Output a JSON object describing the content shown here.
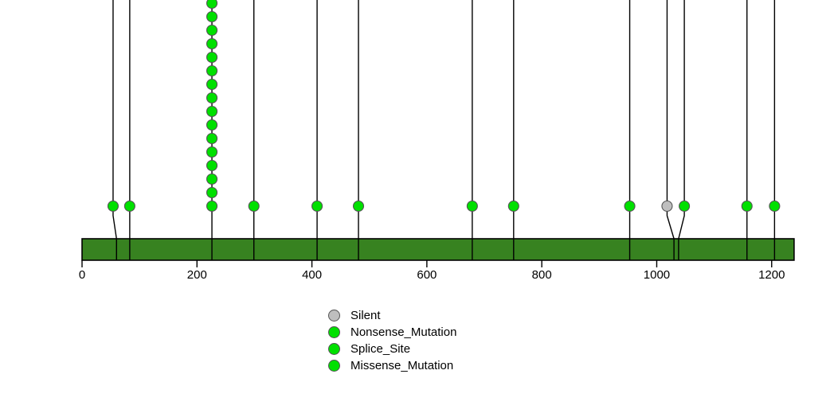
{
  "chart_data": {
    "type": "scatter",
    "title": "",
    "xlabel": "",
    "ylabel": "",
    "xlim": [
      0,
      1250
    ],
    "grid": false,
    "legend_position": "bottom-center",
    "protein_domain": {
      "name": "protein-backbone",
      "start": 0,
      "end": 1239,
      "color": "#378220",
      "border_color": "#000000"
    },
    "axis": {
      "ticks": [
        0,
        200,
        400,
        600,
        800,
        1000,
        1200
      ],
      "tick_labels": [
        "0",
        "200",
        "400",
        "600",
        "800",
        "1000",
        "1200"
      ]
    },
    "colors": {
      "silent": "#bebebe",
      "nonsense_mutation": "#00e000",
      "splice_site": "#00e000",
      "missense_mutation": "#00e000",
      "stem": "#000000",
      "marker_border": "#555555"
    },
    "legend": [
      {
        "label": "Silent",
        "color": "#bebebe"
      },
      {
        "label": "Nonsense_Mutation",
        "color": "#00e000"
      },
      {
        "label": "Splice_Site",
        "color": "#00e000"
      },
      {
        "label": "Missense_Mutation",
        "color": "#00e000"
      }
    ],
    "lollipops": [
      {
        "position": 54,
        "count": 1,
        "type": "Missense_Mutation",
        "color": "#00e000",
        "stem_bend": true,
        "anchor_position": 60
      },
      {
        "position": 83,
        "count": 1,
        "type": "Missense_Mutation",
        "color": "#00e000",
        "stem_bend": false,
        "anchor_position": 83
      },
      {
        "position": 226,
        "count": 16,
        "type": "Missense_Mutation",
        "color": "#00e000",
        "stem_bend": false,
        "anchor_position": 226
      },
      {
        "position": 299,
        "count": 1,
        "type": "Missense_Mutation",
        "color": "#00e000",
        "stem_bend": false,
        "anchor_position": 299
      },
      {
        "position": 409,
        "count": 1,
        "type": "Missense_Mutation",
        "color": "#00e000",
        "stem_bend": false,
        "anchor_position": 409
      },
      {
        "position": 481,
        "count": 1,
        "type": "Missense_Mutation",
        "color": "#00e000",
        "stem_bend": false,
        "anchor_position": 481
      },
      {
        "position": 679,
        "count": 1,
        "type": "Missense_Mutation",
        "color": "#00e000",
        "stem_bend": false,
        "anchor_position": 679
      },
      {
        "position": 751,
        "count": 1,
        "type": "Missense_Mutation",
        "color": "#00e000",
        "stem_bend": false,
        "anchor_position": 751
      },
      {
        "position": 953,
        "count": 1,
        "type": "Missense_Mutation",
        "color": "#00e000",
        "stem_bend": false,
        "anchor_position": 953
      },
      {
        "position": 1018,
        "count": 1,
        "type": "Silent",
        "color": "#bebebe",
        "stem_bend": true,
        "anchor_position": 1030
      },
      {
        "position": 1048,
        "count": 1,
        "type": "Missense_Mutation",
        "color": "#00e000",
        "stem_bend": true,
        "anchor_position": 1038
      },
      {
        "position": 1157,
        "count": 1,
        "type": "Missense_Mutation",
        "color": "#00e000",
        "stem_bend": false,
        "anchor_position": 1157
      },
      {
        "position": 1205,
        "count": 1,
        "type": "Missense_Mutation",
        "color": "#00e000",
        "stem_bend": false,
        "anchor_position": 1205
      }
    ]
  }
}
